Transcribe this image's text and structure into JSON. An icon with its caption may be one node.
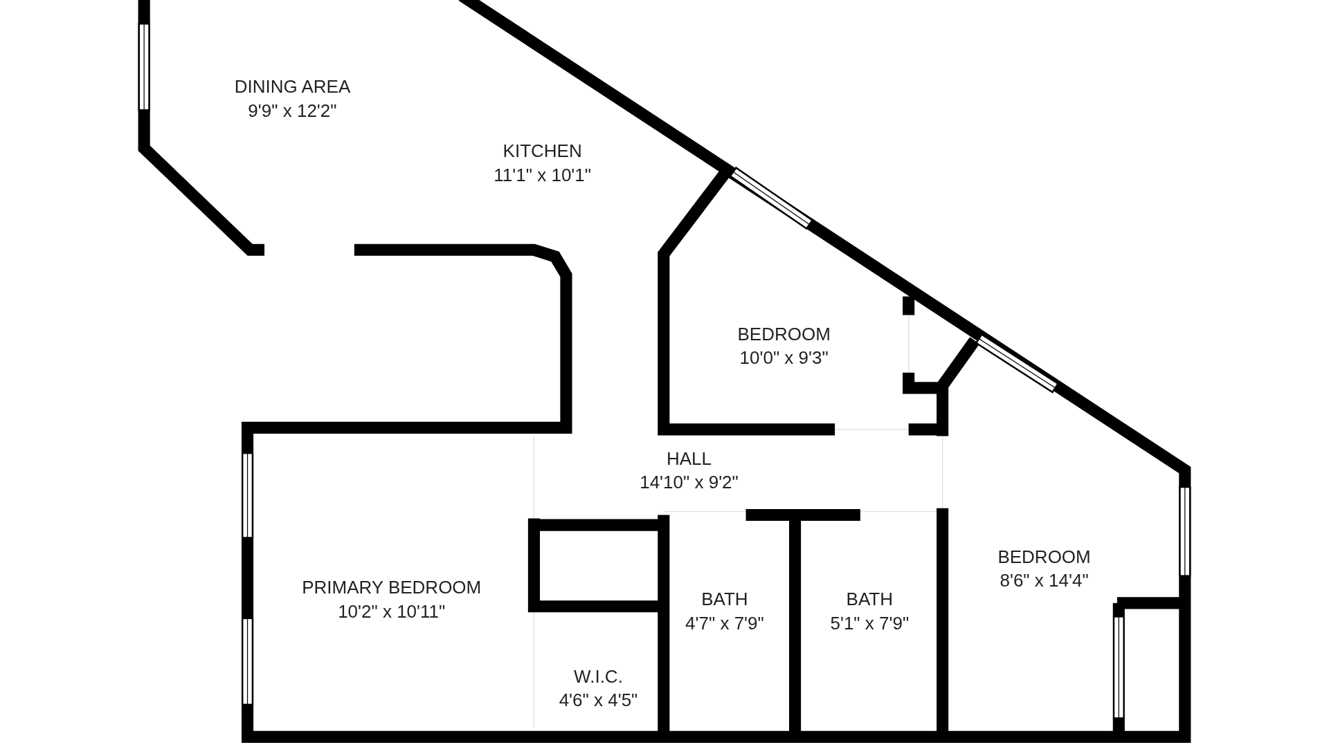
{
  "diagram": {
    "nodes": [
      {
        "text": [
          "DINING AREA",
          "9'9\" x 12'2\""
        ]
      },
      {
        "text": [
          "KITCHEN",
          "11'1\" x 10'1\""
        ]
      },
      {
        "text": [
          "BEDROOM",
          "10'0\" x 9'3\""
        ]
      },
      {
        "text": [
          "HALL",
          "14'10\" x 9'2\""
        ]
      },
      {
        "text": [
          "PRIMARY BEDROOM",
          "10'2\" x 10'11\""
        ]
      },
      {
        "text": [
          "BATH",
          "4'7\" x 7'9\""
        ]
      },
      {
        "text": [
          "BATH",
          "5'1\" x 7'9\""
        ]
      },
      {
        "text": [
          "BEDROOM",
          "8'6\" x 14'4\""
        ]
      },
      {
        "text": [
          "W.I.C.",
          "4'6\" x 4'5\""
        ]
      }
    ]
  }
}
